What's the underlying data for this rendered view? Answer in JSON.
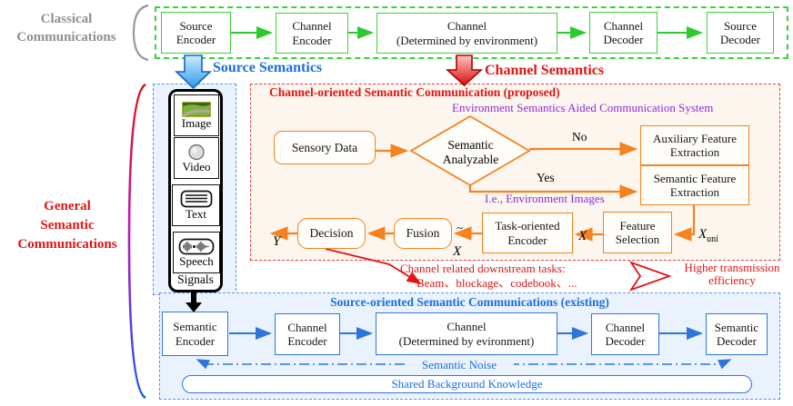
{
  "classical": {
    "label": "Classical\nCommunications",
    "boxes": [
      "Source\nEncoder",
      "Channel\nEncoder",
      "Channel\n(Determined by environment)",
      "Channel\nDecoder",
      "Source\nDecoder"
    ]
  },
  "semantics_arrows": {
    "source_label": "Source Semantics",
    "channel_label": "Channel Semantics"
  },
  "general_label": "General\nSemantic\nCommunications",
  "signals": {
    "items": [
      {
        "label": "Image",
        "icon": "image-icon"
      },
      {
        "label": "Video",
        "icon": "video-icon"
      },
      {
        "label": "Text",
        "icon": "text-icon"
      },
      {
        "label": "Speech",
        "icon": "speech-icon"
      }
    ],
    "footer": "Signals"
  },
  "proposed": {
    "title": "Channel-oriented Semantic Communication (proposed)",
    "subtitle": "Environment Semantics Aided Communication System",
    "sensory_data": "Sensory Data",
    "diamond": "Semantic\nAnalyzable",
    "no_label": "No",
    "yes_label": "Yes",
    "aux_feature": "Auxiliary Feature\nExtraction",
    "semantic_feature": "Semantic Feature\nExtraction",
    "ie_note": "I.e., Environment Images",
    "feature_selection": "Feature\nSelection",
    "task_encoder": "Task-oriented\nEncoder",
    "fusion": "Fusion",
    "decision": "Decision",
    "x_label": "X",
    "y_label": "Y",
    "x_tilde_base": "X",
    "x_tilde_accent": "~",
    "x_uni_base": "X",
    "x_uni_sub": "uni"
  },
  "notes": {
    "tasks_line1": "Channel related downstream tasks:",
    "tasks_line2": "Beam、blockage、codebook、...",
    "benefit_line1": "Higher transmission",
    "benefit_line2": "efficiency"
  },
  "existing": {
    "title": "Source-oriented Semantic Communications (existing)",
    "boxes": [
      "Semantic\nEncoder",
      "Channel\nEncoder",
      "Channel\n(Determined by evironment)",
      "Channel\nDecoder",
      "Semantic\nDecoder"
    ],
    "noise_label": "Semantic Noise",
    "knowledge_label": "Shared Background Knowledge"
  },
  "colors": {
    "green": "#3bd23b",
    "orange": "#f5821f",
    "red": "#e01515",
    "blue": "#2e75db",
    "blue_title": "#1b6fe0",
    "purple": "#8a2be2",
    "gray": "#8f8f8f"
  }
}
